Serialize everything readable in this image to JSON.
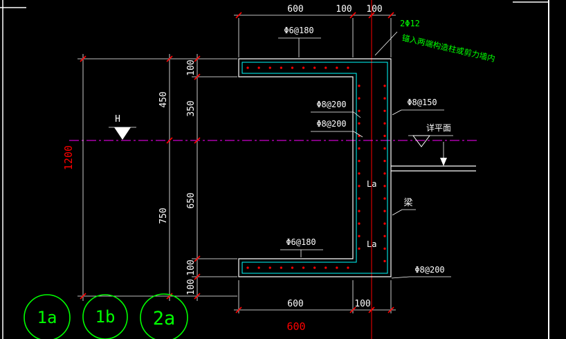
{
  "drawing": {
    "colors": {
      "background": "#000000",
      "outline": "#ffffff",
      "rebar": "#00ffff",
      "centerline": "#ff00ff",
      "axis": "#ff0000",
      "note": "#00ff00"
    },
    "dims_top": [
      "600",
      "100",
      "100"
    ],
    "dims_bottom": [
      "600",
      "100"
    ],
    "dim_axis_bottom": "600",
    "dims_left": {
      "overall": "1200",
      "chain_mid": [
        "450",
        "750"
      ],
      "chain_inner": [
        "100",
        "350",
        "650",
        "100",
        "100"
      ]
    },
    "annotations": {
      "top_bar": "Φ6@180",
      "mid_bar_1": "Φ8@200",
      "mid_bar_2": "Φ8@200",
      "right_bar": "Φ8@150",
      "bottom_bar": "Φ6@180",
      "corner_bar": "Φ8@200",
      "see_plan": "详平面",
      "beam": "梁",
      "la_1": "La",
      "la_2": "La",
      "level": "H",
      "note_qty": "2Φ12",
      "note_anchor": "锚入两端构造柱或剪力墙内"
    },
    "bubbles": [
      "1a",
      "1b",
      "2a"
    ]
  }
}
